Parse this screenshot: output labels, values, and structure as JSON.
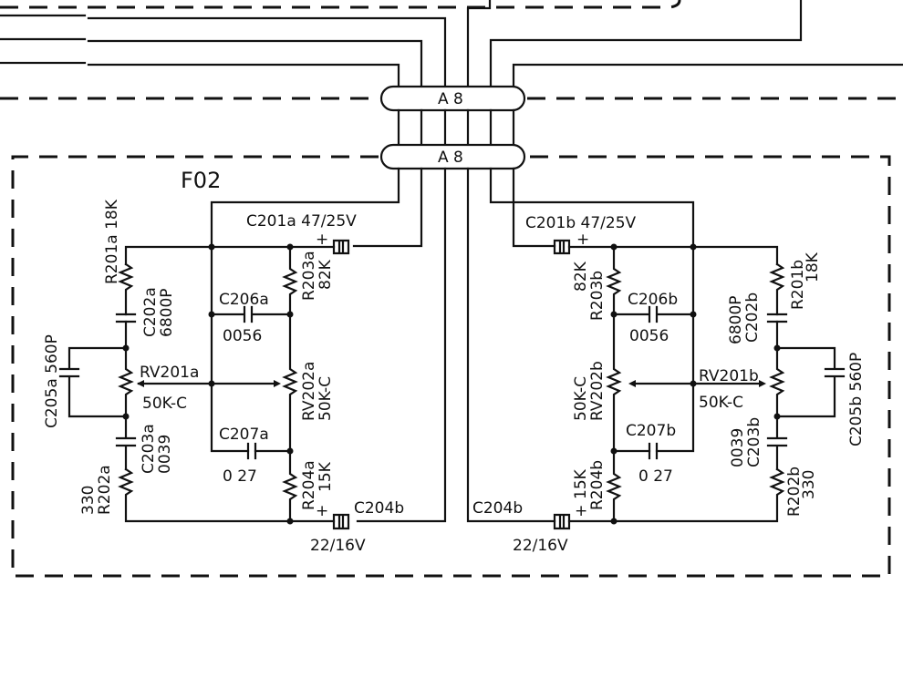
{
  "diagram": {
    "type": "circuit-schematic",
    "board_label": "F02",
    "connectors": [
      {
        "id": "conn-a8-top",
        "label": "A 8"
      },
      {
        "id": "conn-a8-bottom",
        "label": "A 8"
      }
    ],
    "channel_a": {
      "c201": {
        "ref": "C201a",
        "value": "47",
        "voltage": "25V",
        "polarity": "+"
      },
      "r201": {
        "ref": "R201a",
        "value": "18K"
      },
      "c202": {
        "ref": "C202a",
        "value": "6800P"
      },
      "c205": {
        "ref": "C205a",
        "value": "560P"
      },
      "rv201": {
        "ref": "RV201a",
        "value": "50K-C"
      },
      "c203": {
        "ref": "C203a",
        "value": "0039"
      },
      "r202": {
        "ref": "R202a",
        "value": "330"
      },
      "r203": {
        "ref": "R203a",
        "value": "82K"
      },
      "c206": {
        "ref": "C206a",
        "value": "0056"
      },
      "rv202": {
        "ref": "RV202a",
        "value": "50K-C"
      },
      "c207": {
        "ref": "C207a",
        "value": "0 27"
      },
      "r204": {
        "ref": "R204a",
        "value": "15K"
      },
      "c204": {
        "ref": "C204b",
        "value": "22",
        "voltage": "16V",
        "polarity": "+"
      }
    },
    "channel_b": {
      "c201": {
        "ref": "C201b",
        "value": "47",
        "voltage": "25V",
        "polarity": "+"
      },
      "r201": {
        "ref": "R201b",
        "value": "18K"
      },
      "c202": {
        "ref": "C202b",
        "value": "6800P"
      },
      "c205": {
        "ref": "C205b",
        "value": "560P"
      },
      "rv201": {
        "ref": "RV201b",
        "value": "50K-C"
      },
      "c203": {
        "ref": "C203b",
        "value": "0039"
      },
      "r202": {
        "ref": "R202b",
        "value": "330"
      },
      "r203": {
        "ref": "R203b",
        "value": "82K"
      },
      "c206": {
        "ref": "C206b",
        "value": "0056"
      },
      "rv202": {
        "ref": "RV202b",
        "value": "50K-C"
      },
      "c207": {
        "ref": "C207b",
        "value": "0 27"
      },
      "r204": {
        "ref": "R204b",
        "value": "15K"
      },
      "c204": {
        "ref": "C204b",
        "value": "22",
        "voltage": "16V",
        "polarity": "+"
      }
    },
    "label_text": {
      "c201a": "C201a 47/25V",
      "c201b": "C201b 47/25V",
      "r201a": "R201a 18K",
      "r201b_ref": "R201b",
      "r201b_val": "18K",
      "c202a_ref": "C202a",
      "c202a_val": "6800P",
      "c202b_ref": "C202b",
      "c202b_val": "6800P",
      "c205a": "C205a 560P",
      "c205b": "C205b 560P",
      "rv201a_ref": "RV201a",
      "rv201a_val": "50K-C",
      "rv201b_ref": "RV201b",
      "rv201b_val": "50K-C",
      "c203a_ref": "C203a",
      "c203a_val": "0039",
      "c203b_ref": "C203b",
      "c203b_val": "0039",
      "r202a_ref": "R202a",
      "r202a_val": "330",
      "r202b_ref": "R202b",
      "r202b_val": "330",
      "r203a_ref": "R203a",
      "r203a_val": "82K",
      "r203b_ref": "R203b",
      "r203b_val": "82K",
      "c206a_ref": "C206a",
      "c206a_val": "0056",
      "c206b_ref": "C206b",
      "c206b_val": "0056",
      "rv202a_ref": "RV202a",
      "rv202a_val": "50K-C",
      "rv202b_ref": "RV202b",
      "rv202b_val": "50K-C",
      "c207a_ref": "C207a",
      "c207a_val": "0 27",
      "c207b_ref": "C207b",
      "c207b_val": "0 27",
      "r204a_ref": "R204a",
      "r204a_val": "15K",
      "r204b_ref": "R204b",
      "r204b_val": "15K",
      "c204_left_ref": "C204b",
      "c204_left_val": "22/16V",
      "c204_right_ref": "C204b",
      "c204_right_val": "22/16V",
      "plus": "+"
    }
  }
}
